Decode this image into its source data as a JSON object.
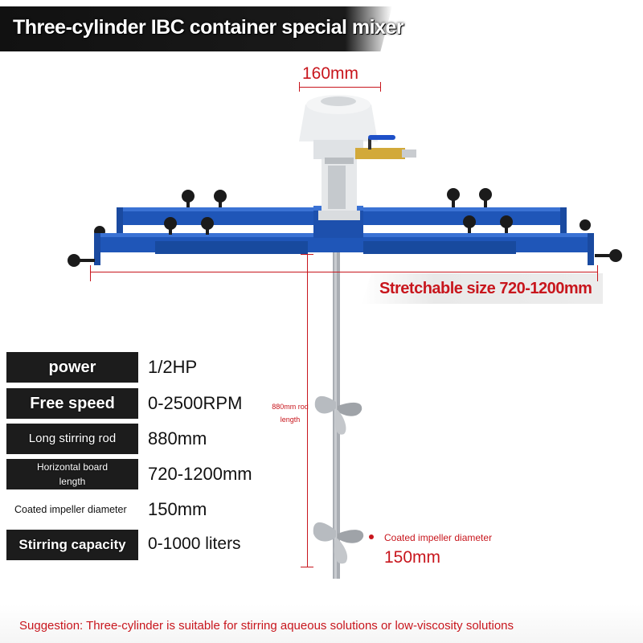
{
  "title": "Three-cylinder IBC container special mixer",
  "dimensions": {
    "top_width": "160mm",
    "stretch": "Stretchable size 720-1200mm",
    "rod_note": "880mm rod length",
    "impeller_label": "Coated impeller diameter",
    "impeller_value": "150mm"
  },
  "specs": [
    {
      "label": "power",
      "value": "1/2HP"
    },
    {
      "label": "Free speed",
      "value": "0-2500RPM"
    },
    {
      "label": "Long stirring rod",
      "value": "880mm"
    },
    {
      "label": "Horizontal board length",
      "value": "720-1200mm"
    },
    {
      "label": "Coated impeller diameter",
      "value": "150mm"
    },
    {
      "label": "Stirring capacity",
      "value": "0-1000 liters"
    }
  ],
  "suggestion": "Suggestion: Three-cylinder is suitable for stirring aqueous solutions or low-viscosity solutions",
  "colors": {
    "accent_red": "#c8161d",
    "frame_blue": "#1f56b8",
    "label_bg": "#1c1c1c"
  }
}
